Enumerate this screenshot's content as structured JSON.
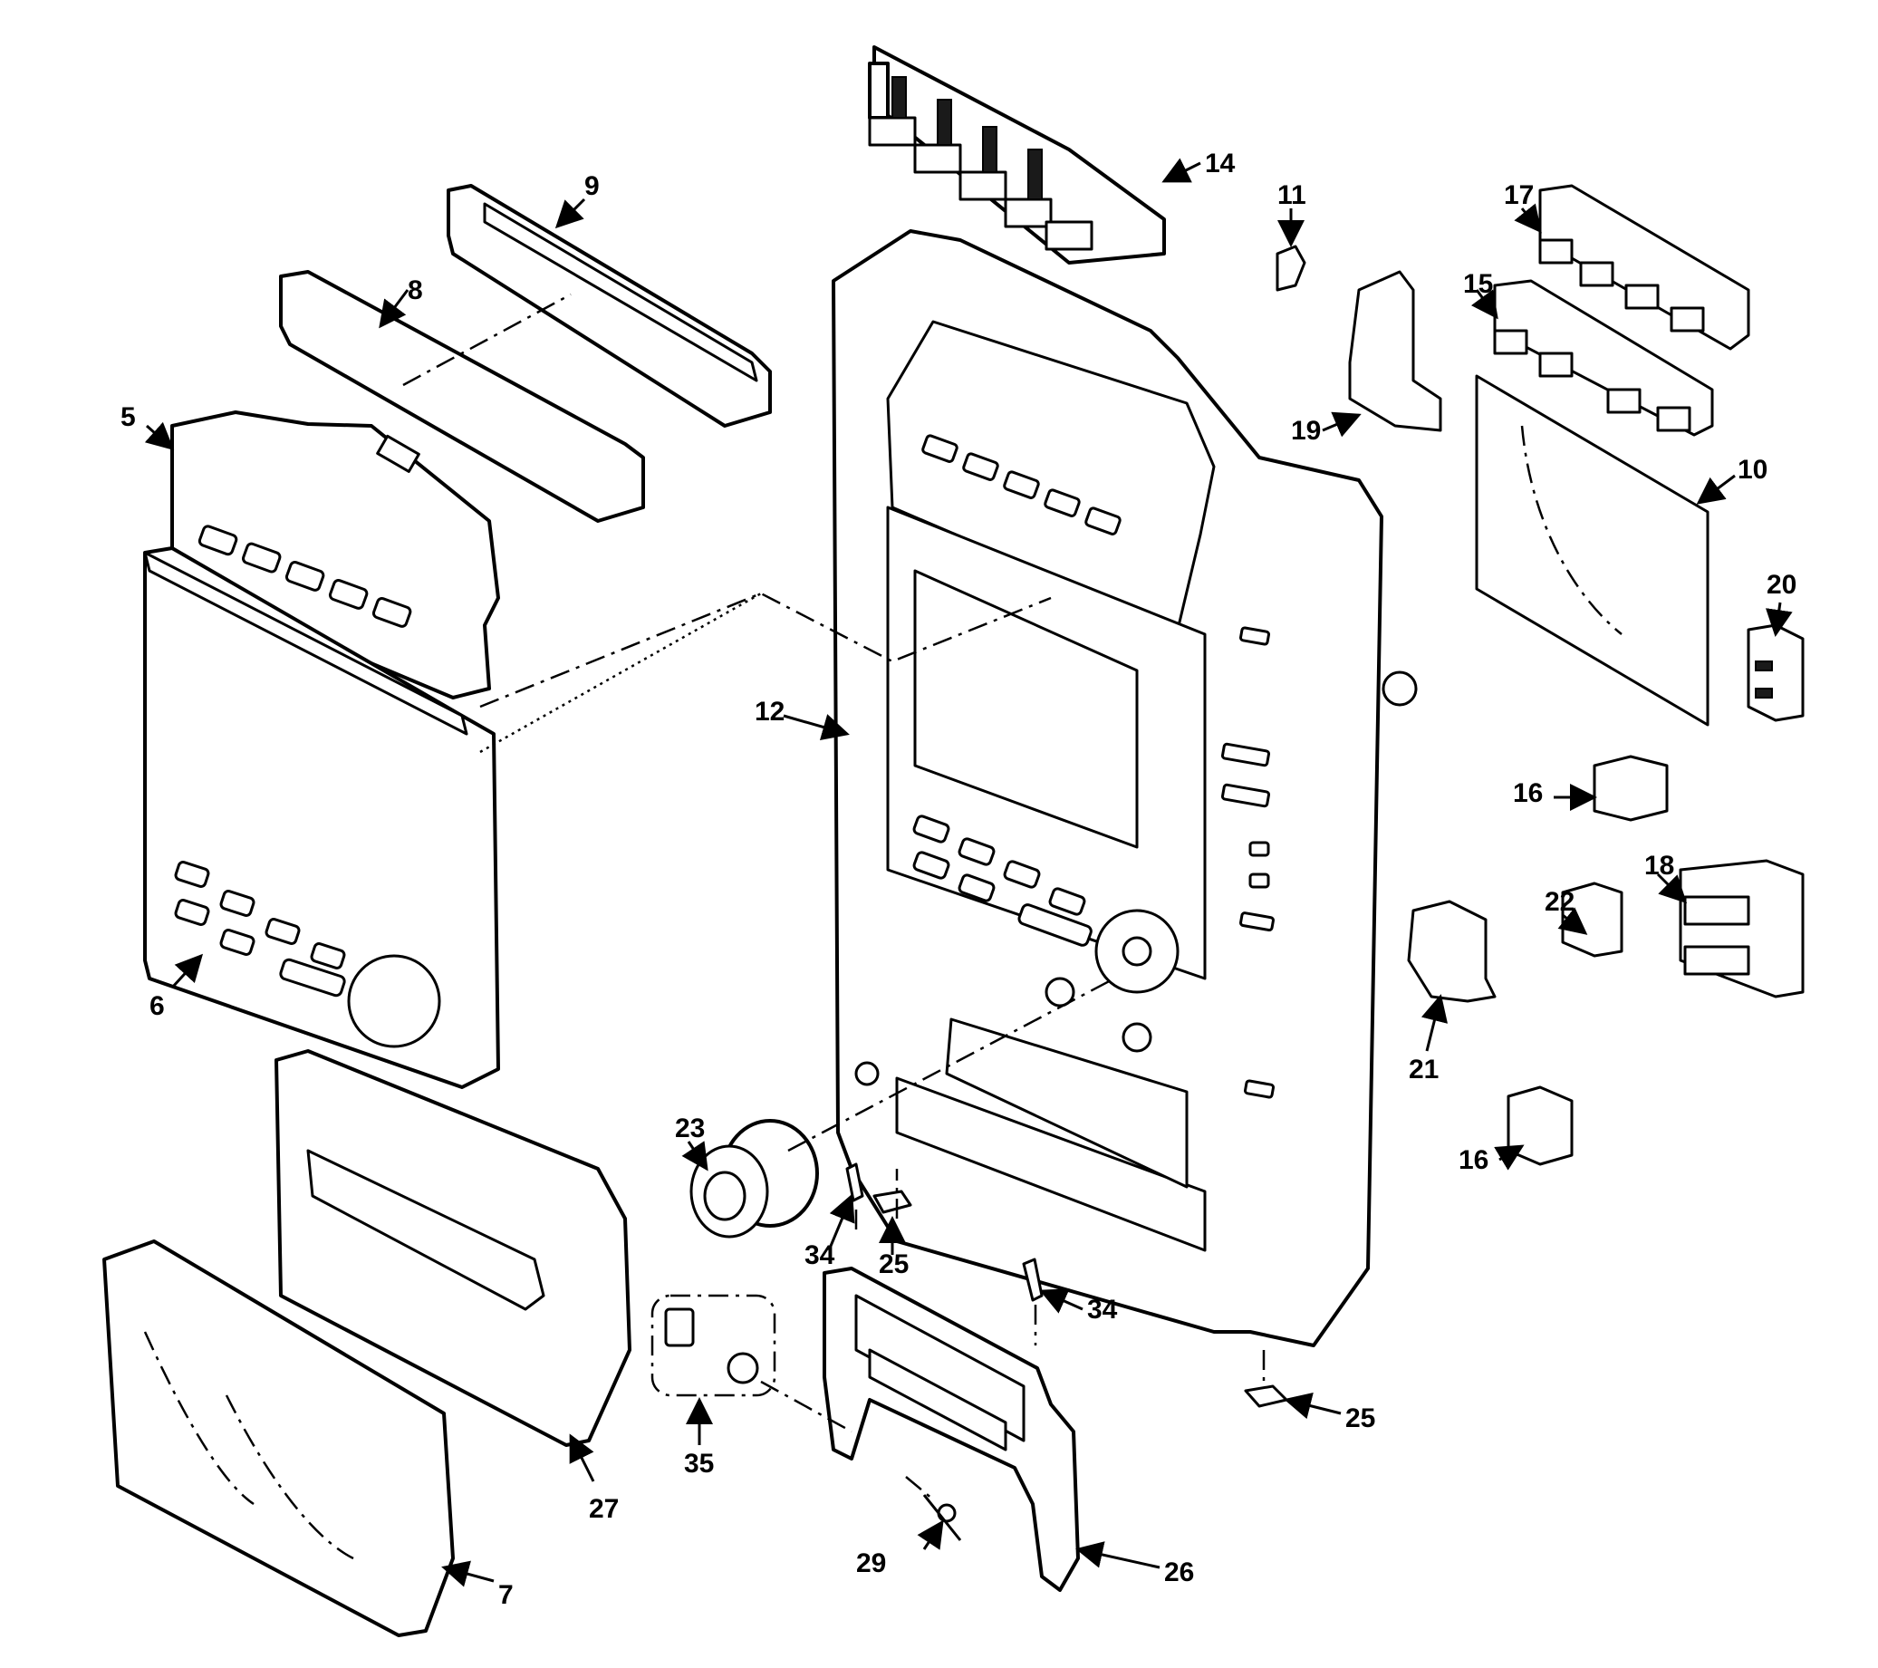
{
  "callouts": {
    "c5": "5",
    "c6": "6",
    "c7": "7",
    "c8": "8",
    "c9": "9",
    "c10": "10",
    "c11": "11",
    "c12": "12",
    "c14": "14",
    "c15": "15",
    "c16a": "16",
    "c16b": "16",
    "c17": "17",
    "c18": "18",
    "c19": "19",
    "c20": "20",
    "c21": "21",
    "c22": "22",
    "c23": "23",
    "c25a": "25",
    "c25b": "25",
    "c26": "26",
    "c27": "27",
    "c29": "29",
    "c34a": "34",
    "c34b": "34",
    "c35": "35"
  }
}
